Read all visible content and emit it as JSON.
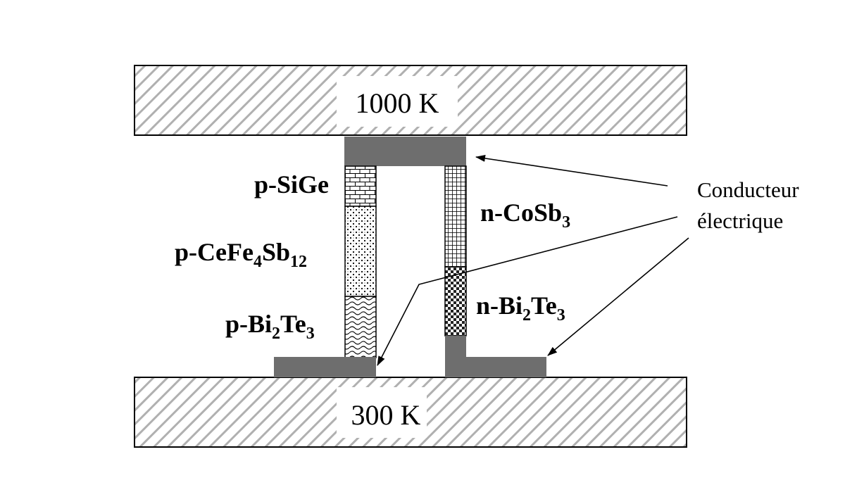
{
  "hot_side": {
    "label": "1000 K"
  },
  "cold_side": {
    "label": "300 K"
  },
  "p_leg": {
    "segments": [
      {
        "base": "p-SiGe",
        "sub": "",
        "tail": "",
        "sub2": ""
      },
      {
        "base": "p-CeFe",
        "sub": "4",
        "tail": "Sb",
        "sub2": "12"
      },
      {
        "base": "p-Bi",
        "sub": "2",
        "tail": "Te",
        "sub2": "3"
      }
    ]
  },
  "n_leg": {
    "segments": [
      {
        "base": "n-CoSb",
        "sub": "3",
        "tail": "",
        "sub2": ""
      },
      {
        "base": "n-Bi",
        "sub": "2",
        "tail": "Te",
        "sub2": "3"
      }
    ]
  },
  "conductor_note": {
    "line1": "Conducteur",
    "line2": "électrique"
  },
  "colors": {
    "conductor": "#6e6e6e",
    "hatch": "#b0b0b0",
    "outline": "#000000",
    "background": "#ffffff"
  }
}
